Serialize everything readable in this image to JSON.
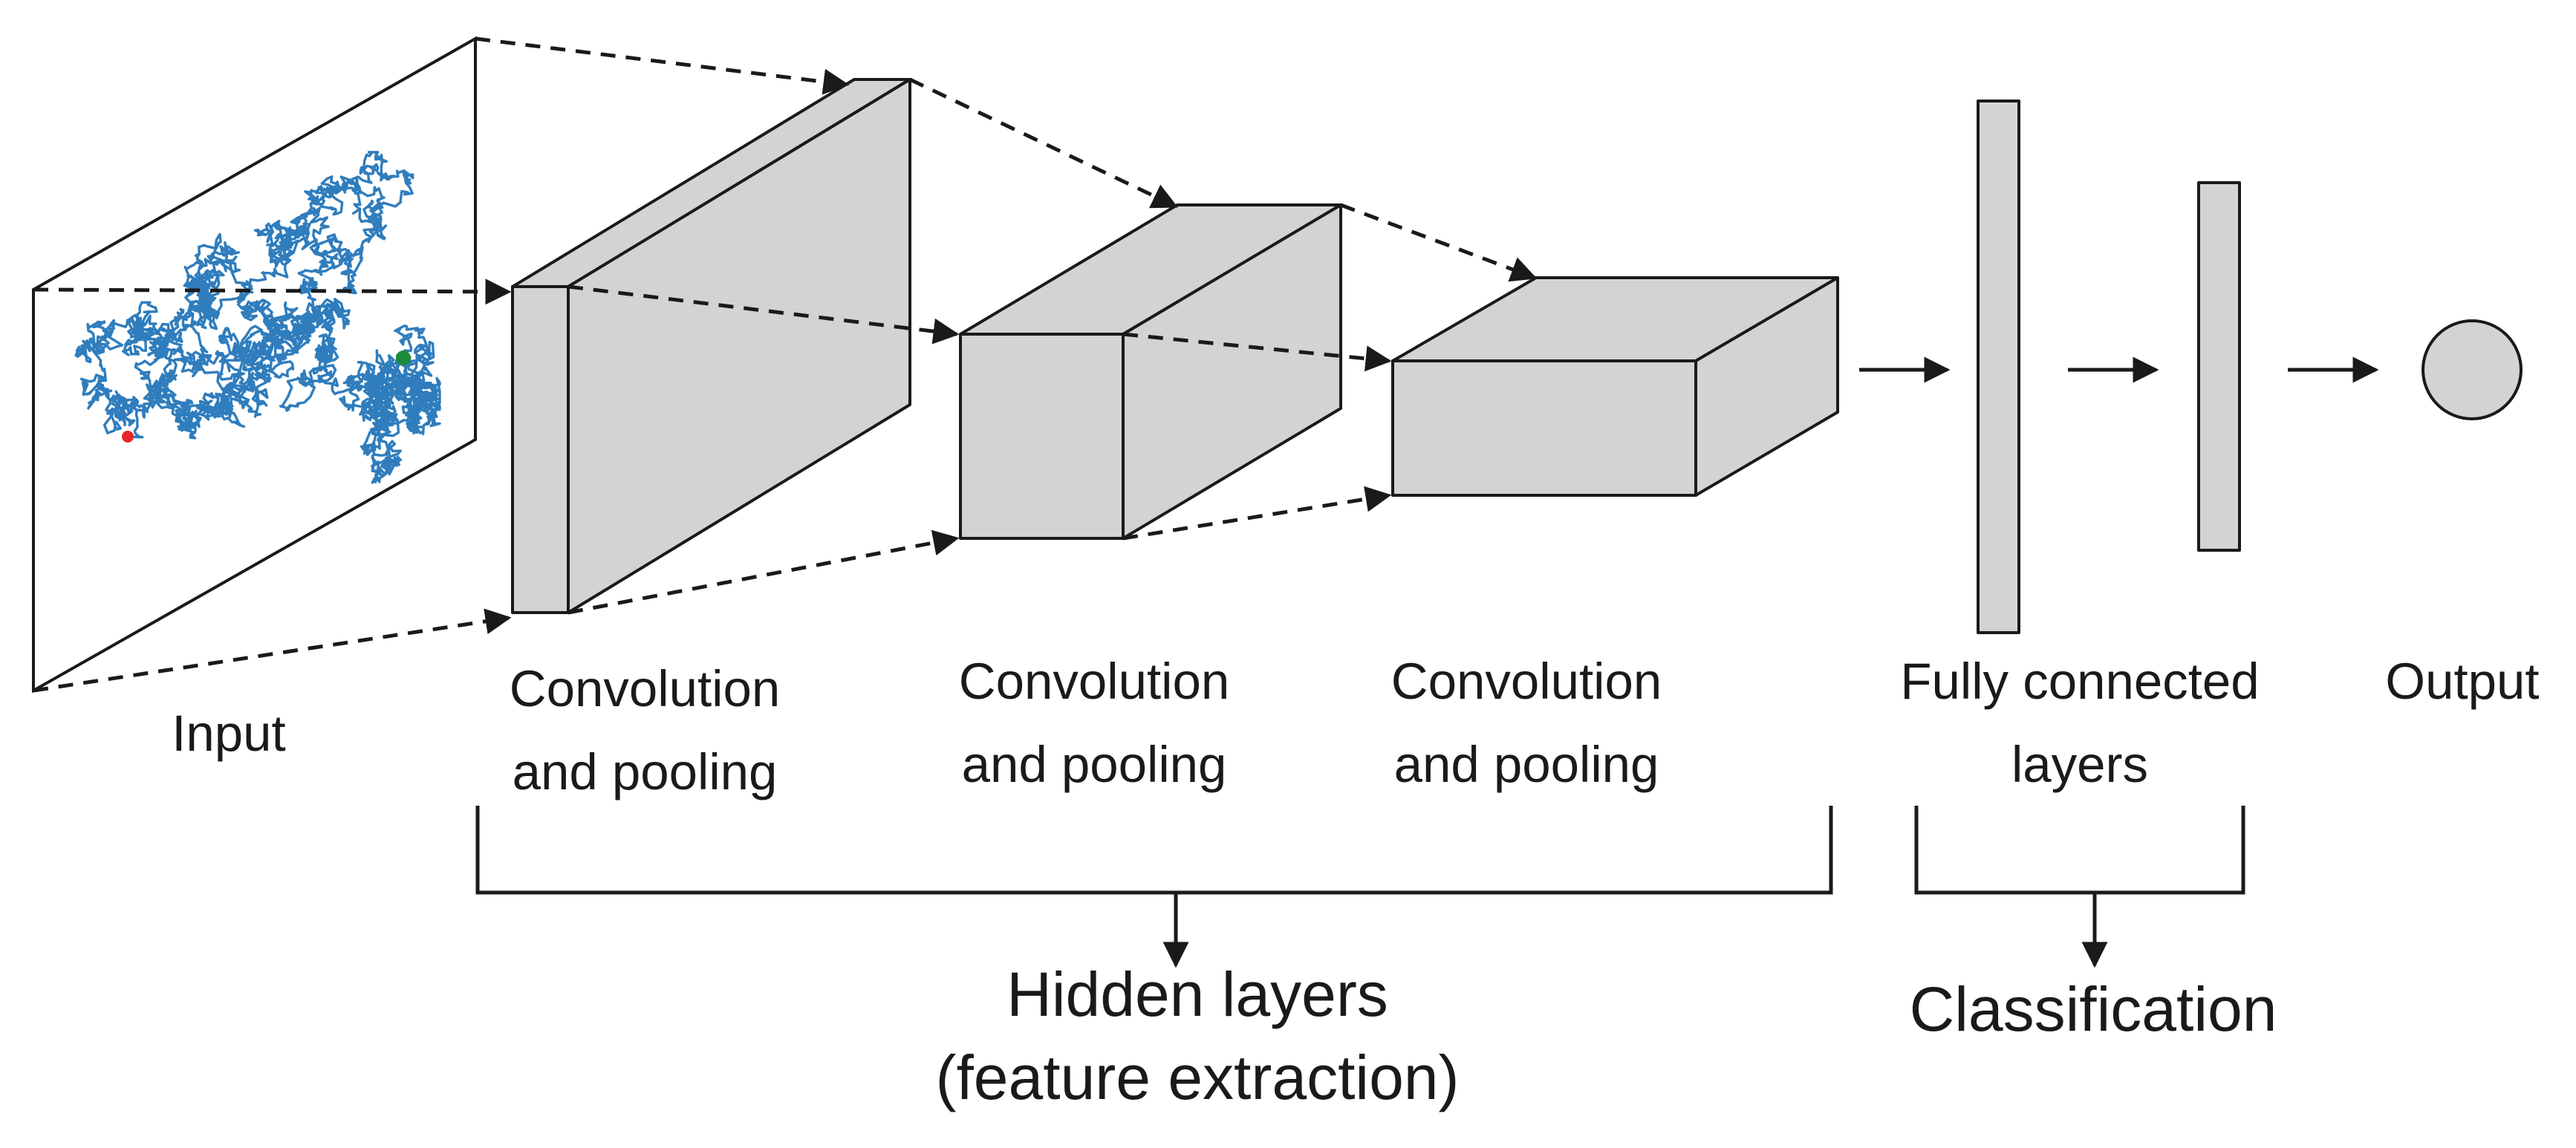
{
  "labels": {
    "input": "Input",
    "conv1": [
      "Convolution",
      "and pooling"
    ],
    "conv2": [
      "Convolution",
      "and pooling"
    ],
    "conv3": [
      "Convolution",
      "and pooling"
    ],
    "fully_connected": [
      "Fully connected",
      "layers"
    ],
    "output": "Output",
    "hidden": [
      "Hidden layers",
      "(feature extraction)"
    ],
    "classification": "Classification"
  },
  "colors": {
    "block_fill": "#d3d3d3",
    "stroke": "#1a1a1a",
    "trajectory": "#2f7dbd",
    "start_marker": "#e8262b",
    "end_marker": "#1f8a3a"
  }
}
